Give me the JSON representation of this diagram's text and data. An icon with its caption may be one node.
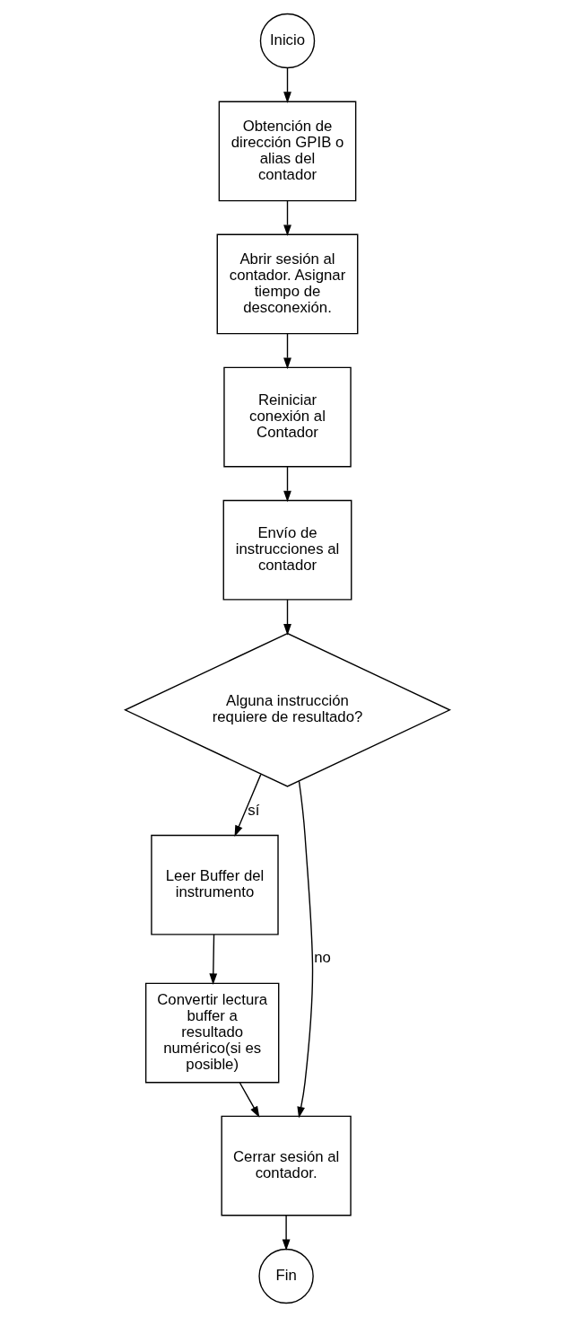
{
  "diagram": {
    "nodes": [
      {
        "text": [
          "Inicio"
        ]
      },
      {
        "text": [
          "Obtención de dirección GPIB o alias del contador"
        ]
      },
      {
        "text": [
          "Abrir sesión al contador. Asignar tiempo de desconexión."
        ]
      },
      {
        "text": [
          "Reiniciar conexión al Contador"
        ]
      },
      {
        "text": [
          "Envío de instrucciones al contador"
        ]
      },
      {
        "text": [
          "Alguna instrucción requiere de resultado?"
        ]
      },
      {
        "text": [
          "Leer Buffer del instrumento"
        ]
      },
      {
        "text": [
          "Convertir lectura buffer a resultado numérico(si es posible)"
        ]
      },
      {
        "text": [
          "Cerrar sesión al contador."
        ]
      },
      {
        "text": [
          "Fin"
        ]
      }
    ],
    "edges": [
      {
        "from": 0,
        "to": 1,
        "arrow": "to"
      },
      {
        "from": 1,
        "to": 2,
        "arrow": "to"
      },
      {
        "from": 2,
        "to": 3,
        "arrow": "to"
      },
      {
        "from": 3,
        "to": 4,
        "arrow": "to"
      },
      {
        "from": 4,
        "to": 5,
        "arrow": "to"
      },
      {
        "from": 5,
        "to": 6,
        "arrow": "to",
        "label": "sí"
      },
      {
        "from": 6,
        "to": 7,
        "arrow": "to"
      },
      {
        "from": 5,
        "to": 8,
        "arrow": "to",
        "label": "no"
      },
      {
        "from": 7,
        "to": 8,
        "arrow": "to"
      },
      {
        "from": 8,
        "to": 9,
        "arrow": "to"
      }
    ]
  }
}
